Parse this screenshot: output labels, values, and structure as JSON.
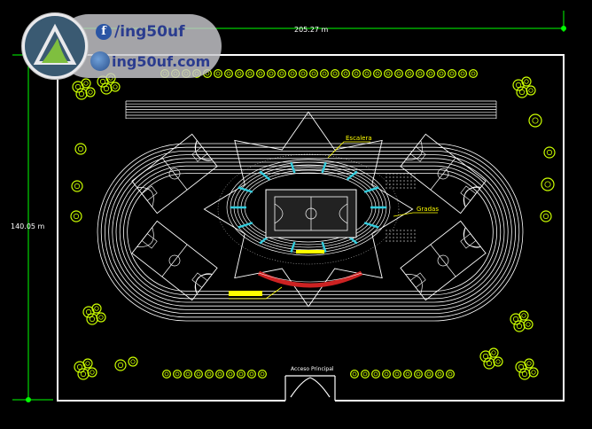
{
  "dimensions": {
    "width_label": "205.27 m",
    "height_label": "140.05 m"
  },
  "labels": {
    "escalera": "Escalera",
    "gradas": "Gradas",
    "acceso": "Acceso Principal"
  },
  "watermark": {
    "facebook_handle": "/ing50uf",
    "website": "ing50uf.com",
    "icons": [
      "facebook-icon",
      "globe-icon",
      "logo-icon"
    ]
  },
  "colors": {
    "background": "#000000",
    "lines": "#ffffff",
    "dimension_green": "#00ff00",
    "trees": "#ccff00",
    "labels": "#ffff00",
    "seats": "#33ccdd",
    "accent_red": "#cc2222"
  }
}
